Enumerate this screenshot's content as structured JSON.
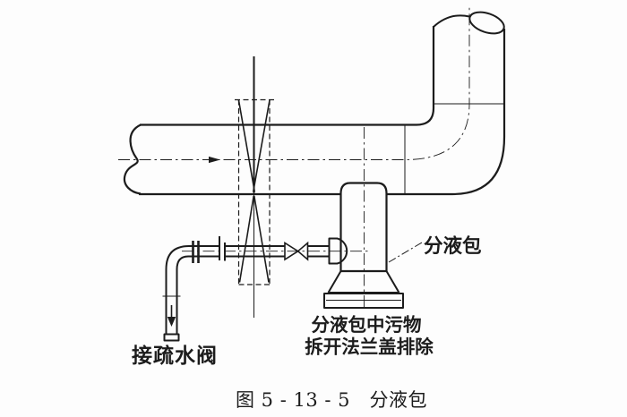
{
  "figure": {
    "caption": "图 5 - 13 - 5　分液包",
    "labels": {
      "pocket": "分液包",
      "pocket_note_line1": "分液包中污物",
      "pocket_note_line2": "拆开法兰盖排除",
      "trap_note": "接疏水阀"
    },
    "colors": {
      "line": "#1c1c1c",
      "background": "#fdfdfd"
    }
  }
}
